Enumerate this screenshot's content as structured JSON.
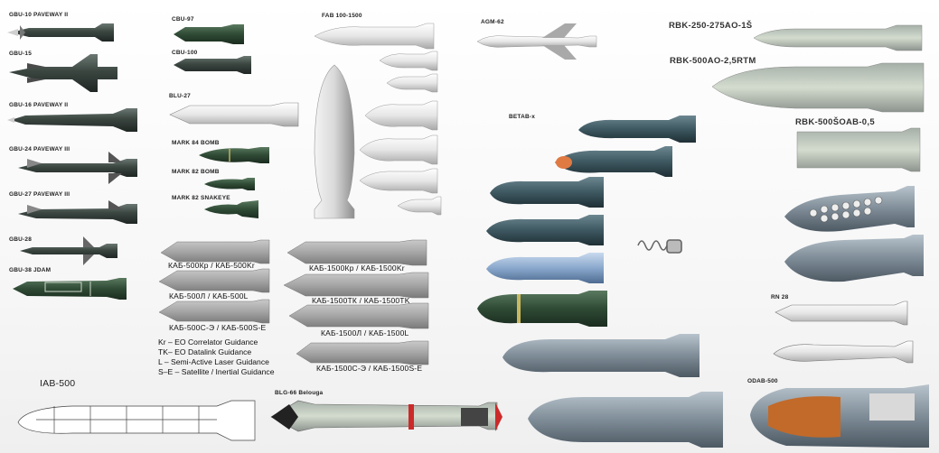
{
  "labels": {
    "gbu10": "GBU-10 PAVEWAY II",
    "gbu15": "GBU-15",
    "gbu16": "GBU-16 PAVEWAY II",
    "gbu24": "GBU-24 PAVEWAY III",
    "gbu27": "GBU-27 PAVEWAY III",
    "gbu28": "GBU-28",
    "gbu38": "GBU-38 JDAM",
    "cbu97": "CBU-97",
    "cbu100": "CBU-100",
    "blu27": "BLU-27",
    "mark84": "MARK 84 BOMB",
    "mark82": "MARK 82 BOMB",
    "mark82s": "MARK 82 SNAKEYE",
    "fab": "FAB 100-1500",
    "agm62": "AGM-62",
    "betab": "BETAB-x",
    "rbk250": "RBK-250-275AO-1Š",
    "rbk500ao": "RBK-500AO-2,5RTM",
    "rbk500soab": "RBK-500ŠOAB-0,5",
    "rn28": "RN 28",
    "odab": "ODAB-500",
    "iab": "IAB-500",
    "blg66": "BLG-66 Belouga",
    "kab500kr": "КАБ-500Кр / КАБ-500Kr",
    "kab500l": "КАБ-500Л / КАБ-500L",
    "kab500s": "КАБ-500С-Э / КАБ-500S-E",
    "kab1500kr": "КАБ-1500Кр / КАБ-1500Kr",
    "kab1500tk": "КАБ-1500ТК / КАБ-1500TK",
    "kab1500l": "КАБ-1500Л / КАБ-1500L",
    "kab1500s": "КАБ-1500С-Э / КАБ-1500S-E"
  },
  "legend": [
    "Kr – EO Correlator Guidance",
    "TK– EO Datalink Guidance",
    "L – Semi-Active Laser Guidance",
    "S–E – Satellite / Inertial Guidance"
  ],
  "colors": {
    "us_dark": "#3e4a45",
    "us_green": "#2e4a3a",
    "white_body": "#e8e8e8",
    "kab_gray": "#a9a9a9",
    "ru_teal": "#3f5a63",
    "ru_dark": "#2f3a35",
    "ru_blue": "#8aa8cc",
    "accent_red": "#cc2a2a"
  }
}
